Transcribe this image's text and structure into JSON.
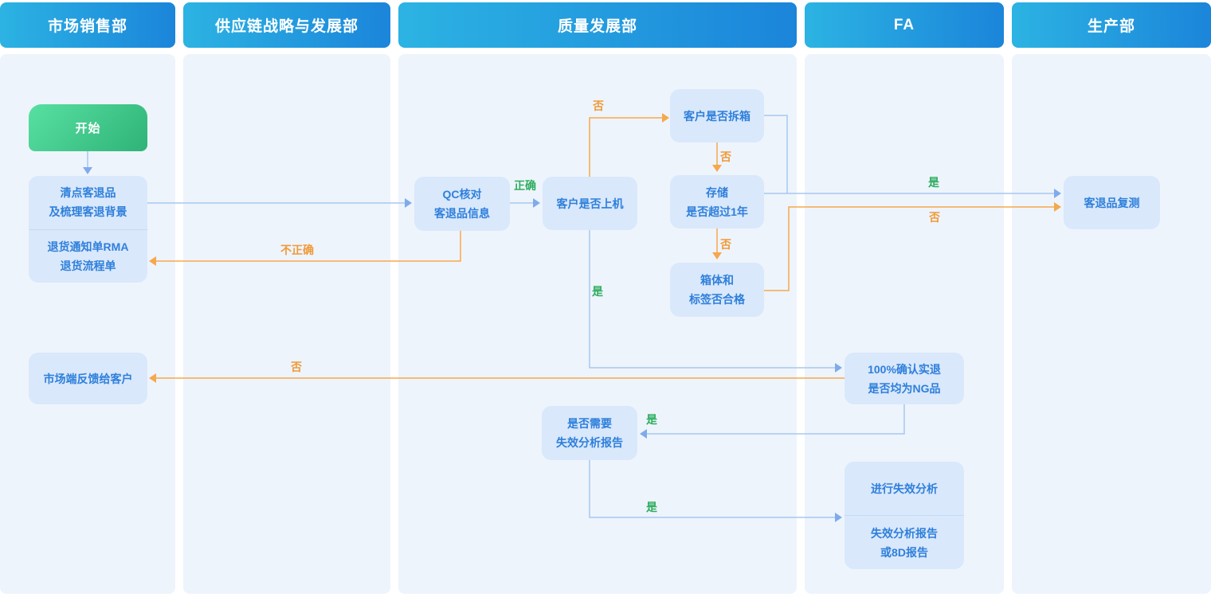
{
  "lanes": [
    {
      "title": "市场销售部"
    },
    {
      "title": "供应链战略与发展部"
    },
    {
      "title": "质量发展部"
    },
    {
      "title": "FA"
    },
    {
      "title": "生产部"
    }
  ],
  "nodes": {
    "start": {
      "label": "开始"
    },
    "count": {
      "line1": "清点客退品",
      "line2": "及梳理客退背景"
    },
    "rma": {
      "line1": "退货通知单RMA",
      "line2": "退货流程单"
    },
    "feedback": {
      "label": "市场端反馈给客户"
    },
    "qc": {
      "line1": "QC核对",
      "line2": "客退品信息"
    },
    "on_machine": {
      "label": "客户是否上机"
    },
    "unbox": {
      "label": "客户是否拆箱"
    },
    "storage": {
      "line1": "存储",
      "line2": "是否超过1年"
    },
    "box_label": {
      "line1": "箱体和",
      "line2": "标签否合格"
    },
    "need_fa": {
      "line1": "是否需要",
      "line2": "失效分析报告"
    },
    "confirm_ng": {
      "line1": "100%确认实退",
      "line2": "是否均为NG品"
    },
    "do_fa": {
      "label": "进行失效分析"
    },
    "fa_report": {
      "line1": "失效分析报告",
      "line2": "或8D报告"
    },
    "retest": {
      "label": "客退品复测"
    }
  },
  "edge_labels": {
    "correct": "正确",
    "incorrect": "不正确",
    "no_unbox": "否",
    "no_storage": "否",
    "no_box_label": "否",
    "yes_retest": "是",
    "no_retest": "否",
    "yes_confirm": "是",
    "no_feedback": "否",
    "yes_need_fa": "是",
    "yes_do_fa": "是"
  },
  "colors": {
    "header_gradient_start": "#2cb3e3",
    "header_gradient_end": "#1b85da",
    "lane_background": "#eef4fc",
    "node_background": "#d9e8fb",
    "node_text": "#2e7fdb",
    "start_gradient_start": "#58e0a2",
    "start_gradient_end": "#2fb377",
    "blue_connector": "#a6c8f1",
    "orange_connector": "#f5a84d",
    "green_label": "#2fad5f",
    "orange_label": "#f09a38"
  }
}
